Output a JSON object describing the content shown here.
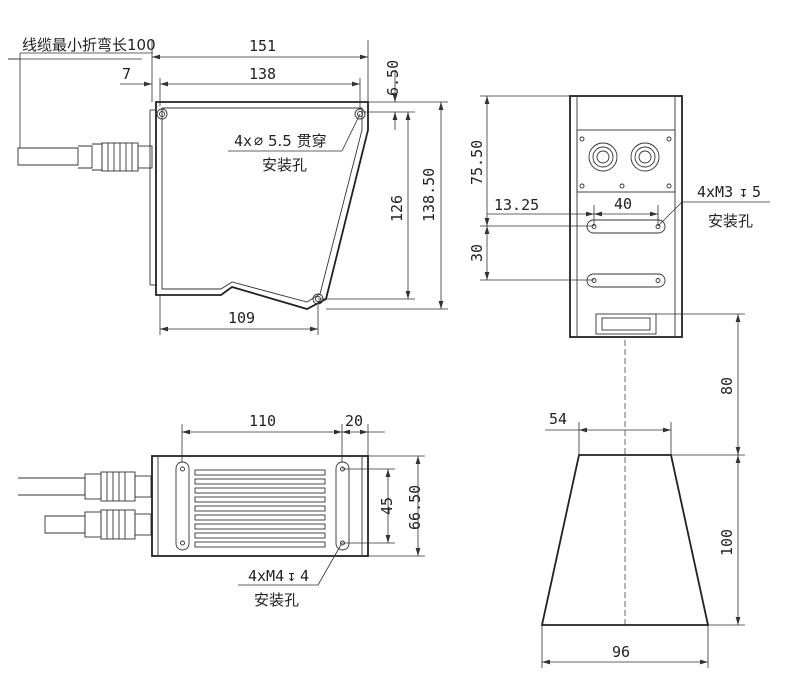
{
  "side_view": {
    "cable_note": "线缆最小折弯长100",
    "dim_overall_length": "151",
    "dim_offset": "7",
    "dim_hole_spacing": "138",
    "dim_hole_offset": "6.50",
    "dim_height_holes": "126",
    "dim_overall_height": "138.50",
    "dim_bottom_length": "109",
    "hole_note_line1": "4x",
    "hole_note_diameter_symbol": "⌀",
    "hole_note_value": "5.5 贯穿",
    "hole_note_line2": "安装孔"
  },
  "front_view": {
    "dim_window_height": "75.50",
    "dim_slot_offset": "13.25",
    "dim_slot_length": "40",
    "dim_slot_spacing": "30",
    "thread_note_line1": "4xM3",
    "thread_depth_symbol": "↧",
    "thread_depth": "5",
    "thread_note_line2": "安装孔"
  },
  "bottom_view": {
    "dim_hole_spacing": "110",
    "dim_end_offset": "20",
    "dim_hole_pitch": "45",
    "dim_width": "66.50",
    "thread_note_line1": "4xM4",
    "thread_depth_symbol": "↧",
    "thread_depth": "4",
    "thread_note_line2": "安装孔"
  },
  "laser_field": {
    "dim_standoff": "80",
    "dim_near_width": "54",
    "dim_range": "100",
    "dim_far_width": "96"
  }
}
